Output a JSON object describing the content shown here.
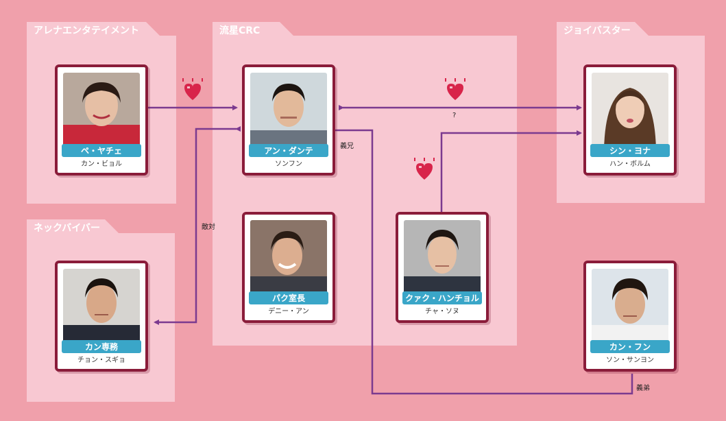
{
  "groups": {
    "arena": "アレナエンタテイメント",
    "ryusei": "流星CRC",
    "joy": "ジョイバスター",
    "neck": "ネックバイバー"
  },
  "characters": {
    "bae": {
      "name": "ペ・ヤチェ",
      "actor": "カン・ビョル"
    },
    "an": {
      "name": "アン・ダンテ",
      "actor": "ソンフン"
    },
    "shin": {
      "name": "シン・ヨナ",
      "actor": "ハン・ボルム"
    },
    "park": {
      "name": "パク室長",
      "actor": "デニー・アン"
    },
    "kwak": {
      "name": "クァク・ハンチョル",
      "actor": "チャ・ソヌ"
    },
    "kangs": {
      "name": "カン専務",
      "actor": "チョン・スギョ"
    },
    "kangf": {
      "name": "カン・フン",
      "actor": "ソン・サンヨン"
    }
  },
  "relations": {
    "question": "?",
    "brother_in_law": "義兄",
    "rival": "敵対",
    "younger_in_law": "義弟"
  },
  "colors": {
    "background": "#f0a0ab",
    "panel": "#f8c8d2",
    "frame": "#8a1c3a",
    "arrow": "#7b3a8f",
    "label": "#3aa6c8",
    "heart": "#d8244a"
  }
}
